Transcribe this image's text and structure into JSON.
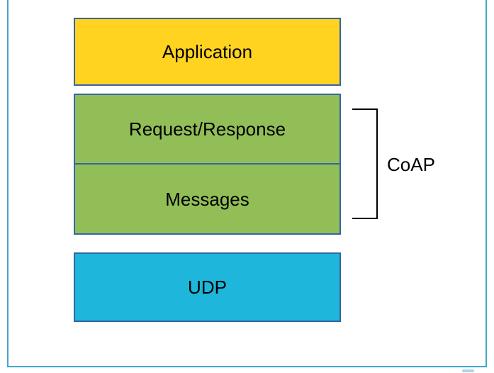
{
  "diagram": {
    "stack": {
      "application": "Application",
      "request_response": "Request/Response",
      "messages": "Messages",
      "udp": "UDP"
    },
    "bracket_label": "CoAP"
  },
  "colors": {
    "frame_border": "#44a5cd",
    "box_border": "#3465a4",
    "application_fill": "#ffd320",
    "coap_fill": "#92be58",
    "udp_fill": "#1eb6db",
    "bracket": "#000000",
    "text": "#000000"
  }
}
